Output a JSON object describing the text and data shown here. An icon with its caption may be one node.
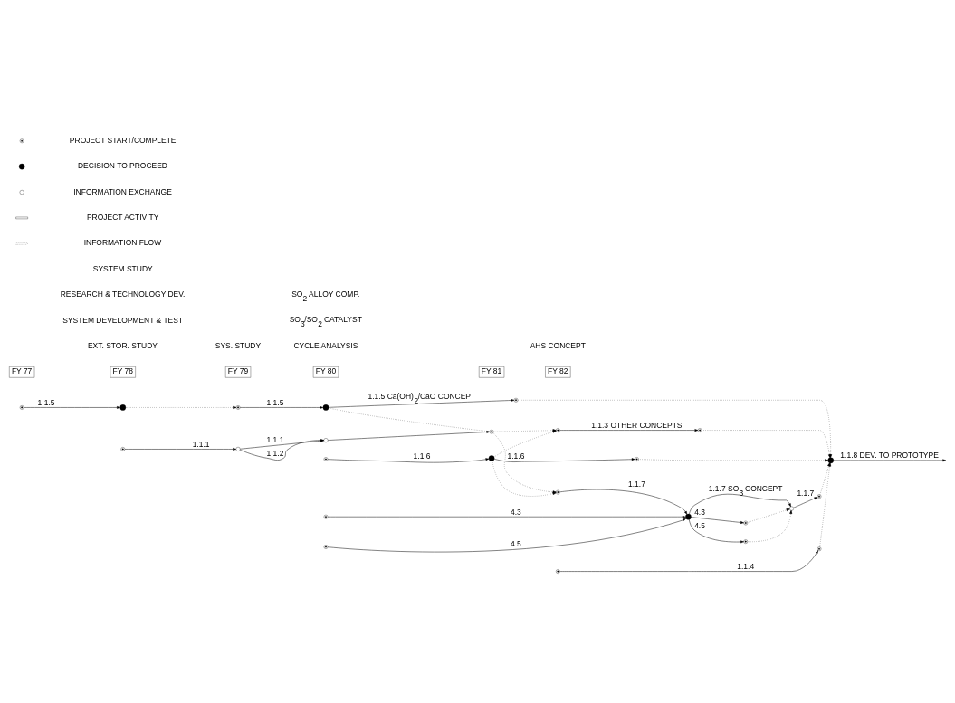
{
  "diagram": {
    "nodes": [
      {
        "text": [],
        "shape": "target"
      },
      {
        "text": [],
        "shape": "dot"
      },
      {
        "text": [],
        "shape": "target"
      },
      {
        "text": [],
        "shape": "dot"
      },
      {
        "text": [],
        "shape": "target"
      },
      {
        "text": [],
        "shape": "target"
      },
      {
        "text": [],
        "shape": "circle"
      },
      {
        "text": [],
        "shape": "circle"
      },
      {
        "text": [],
        "shape": "target"
      },
      {
        "text": [],
        "shape": "target"
      },
      {
        "text": [],
        "shape": "target"
      },
      {
        "text": [],
        "shape": "target"
      },
      {
        "text": [],
        "shape": "dot"
      },
      {
        "text": [],
        "shape": "target"
      },
      {
        "text": [],
        "shape": "dot"
      },
      {
        "text": [],
        "shape": "target"
      },
      {
        "text": [],
        "shape": "dot"
      },
      {
        "text": [],
        "shape": "circle"
      },
      {
        "text": [],
        "shape": "target"
      },
      {
        "text": [],
        "shape": "target"
      },
      {
        "text": [],
        "shape": "target"
      },
      {
        "text": [],
        "shape": "target"
      },
      {
        "text": [],
        "shape": "target"
      },
      {
        "text": [],
        "shape": "target"
      },
      {
        "text": [],
        "shape": "target"
      }
    ],
    "edges": [
      {
        "from": 0,
        "to": 1,
        "arrow": "to",
        "label": "1.1.5"
      },
      {
        "from": 1,
        "to": 2,
        "arrow": "to",
        "style": "dashed"
      },
      {
        "from": 2,
        "to": 3,
        "arrow": "to",
        "label": "1.1.5"
      },
      {
        "from": 3,
        "to": 4,
        "arrow": "to",
        "label": "1.1.5 Ca(OH)$_{2}$/CaO CONCEPT"
      },
      {
        "from": 3,
        "to": 8,
        "arrow": "none",
        "style": "dashed"
      },
      {
        "from": 5,
        "to": 6,
        "arrow": "to",
        "label": "1.1.1"
      },
      {
        "from": 6,
        "to": 7,
        "arrow": "to",
        "label": "1.1.1"
      },
      {
        "from": 6,
        "to": 7,
        "arrow": "to",
        "label": "1.1.2"
      },
      {
        "from": 7,
        "to": 8,
        "arrow": "to"
      },
      {
        "from": 8,
        "to": 9,
        "arrow": "to",
        "style": "dashed"
      },
      {
        "from": 8,
        "to": 15,
        "arrow": "to",
        "style": "dashed"
      },
      {
        "from": 9,
        "to": 10,
        "arrow": "to",
        "label": "1.1.3 OTHER CONCEPTS"
      },
      {
        "from": 11,
        "to": 12,
        "arrow": "to",
        "label": "1.1.6"
      },
      {
        "from": 12,
        "to": 9,
        "arrow": "to",
        "style": "dashed"
      },
      {
        "from": 12,
        "to": 13,
        "arrow": "to",
        "label": "1.1.6"
      },
      {
        "from": 12,
        "to": 15,
        "arrow": "to",
        "style": "dashed"
      },
      {
        "from": 4,
        "to": 14,
        "arrow": "to",
        "style": "dashed"
      },
      {
        "from": 10,
        "to": 14,
        "arrow": "to",
        "style": "dashed"
      },
      {
        "from": 13,
        "to": 14,
        "arrow": "to",
        "style": "dashed"
      },
      {
        "from": 14,
        "to": null,
        "arrow": "to",
        "label": "1.1.8 DEV. TO PROTOTYPE"
      },
      {
        "from": 15,
        "to": 16,
        "arrow": "to",
        "label": "1.1.7"
      },
      {
        "from": 16,
        "to": 17,
        "arrow": "to",
        "label": "1.1.7 SO$_{3}$ CONCEPT"
      },
      {
        "from": 17,
        "to": 18,
        "arrow": "to",
        "label": "1.1.7"
      },
      {
        "from": 18,
        "to": 14,
        "arrow": "to",
        "style": "dashed"
      },
      {
        "from": 19,
        "to": 16,
        "arrow": "to",
        "label": "4.3"
      },
      {
        "from": 21,
        "to": 16,
        "arrow": "to",
        "label": "4.5"
      },
      {
        "from": 16,
        "to": 20,
        "arrow": "to",
        "label": "4.3"
      },
      {
        "from": 16,
        "to": 22,
        "arrow": "to",
        "label": "4.5"
      },
      {
        "from": 20,
        "to": 17,
        "arrow": "to",
        "style": "dashed"
      },
      {
        "from": 22,
        "to": 17,
        "arrow": "to",
        "style": "dashed"
      },
      {
        "from": 23,
        "to": 24,
        "arrow": "to",
        "label": "1.1.4"
      },
      {
        "from": 24,
        "to": 14,
        "arrow": "to",
        "style": "dashed"
      }
    ],
    "labels": [
      "FY 77",
      "FY 78",
      "FY 79",
      "FY 80",
      "FY 81",
      "FY 82",
      "EXT. STOR. STUDY",
      "SYS. STUDY",
      "CYCLE ANALYSIS",
      "SO$_{3}$/SO$_{2}$ CATALYST",
      "SO$_{2}$ ALLOY COMP.",
      "AHS CONCEPT"
    ],
    "legend": [
      {
        "text": "PROJECT START/COMPLETE"
      },
      {
        "text": "DECISION TO PROCEED"
      },
      {
        "text": "INFORMATION EXCHANGE"
      },
      {
        "text": "PROJECT ACTIVITY"
      },
      {
        "text": "INFORMATION FLOW"
      },
      {
        "text": "SYSTEM STUDY"
      },
      {
        "text": "RESEARCH & TECHNOLOGY DEV."
      },
      {
        "text": "SYSTEM DEVELOPMENT & TEST"
      }
    ]
  }
}
